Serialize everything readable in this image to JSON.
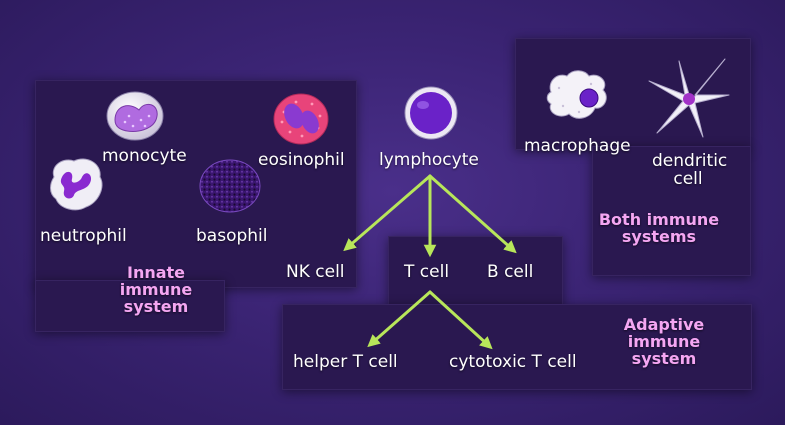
{
  "colors": {
    "background": "#3b2474",
    "panel": "#2a1850",
    "arrow": "#b8e65a",
    "group_title": "#f4a6f2"
  },
  "groups": {
    "innate": {
      "title_lines": [
        "Innate",
        "immune",
        "system"
      ]
    },
    "adaptive": {
      "title_lines": [
        "Adaptive",
        "immune",
        "system"
      ]
    },
    "both": {
      "title_lines": [
        "Both immune",
        "systems"
      ]
    }
  },
  "cells": {
    "monocyte": "monocyte",
    "eosinophil": "eosinophil",
    "neutrophil": "neutrophil",
    "basophil": "basophil",
    "lymphocyte": "lymphocyte",
    "macrophage": "macrophage",
    "dendritic": [
      "dendritic",
      "cell"
    ],
    "nk": "NK cell",
    "t": "T cell",
    "b": "B cell",
    "helper_t": "helper T cell",
    "cytotoxic_t": "cytotoxic T cell"
  },
  "icons": [
    "monocyte-icon",
    "eosinophil-icon",
    "neutrophil-icon",
    "basophil-icon",
    "lymphocyte-icon",
    "macrophage-icon",
    "dendritic-cell-icon"
  ],
  "arrows": [
    {
      "from": "lymphocyte",
      "to": "NK cell"
    },
    {
      "from": "lymphocyte",
      "to": "T cell"
    },
    {
      "from": "lymphocyte",
      "to": "B cell"
    },
    {
      "from": "T cell",
      "to": "helper T cell"
    },
    {
      "from": "T cell",
      "to": "cytotoxic T cell"
    }
  ]
}
